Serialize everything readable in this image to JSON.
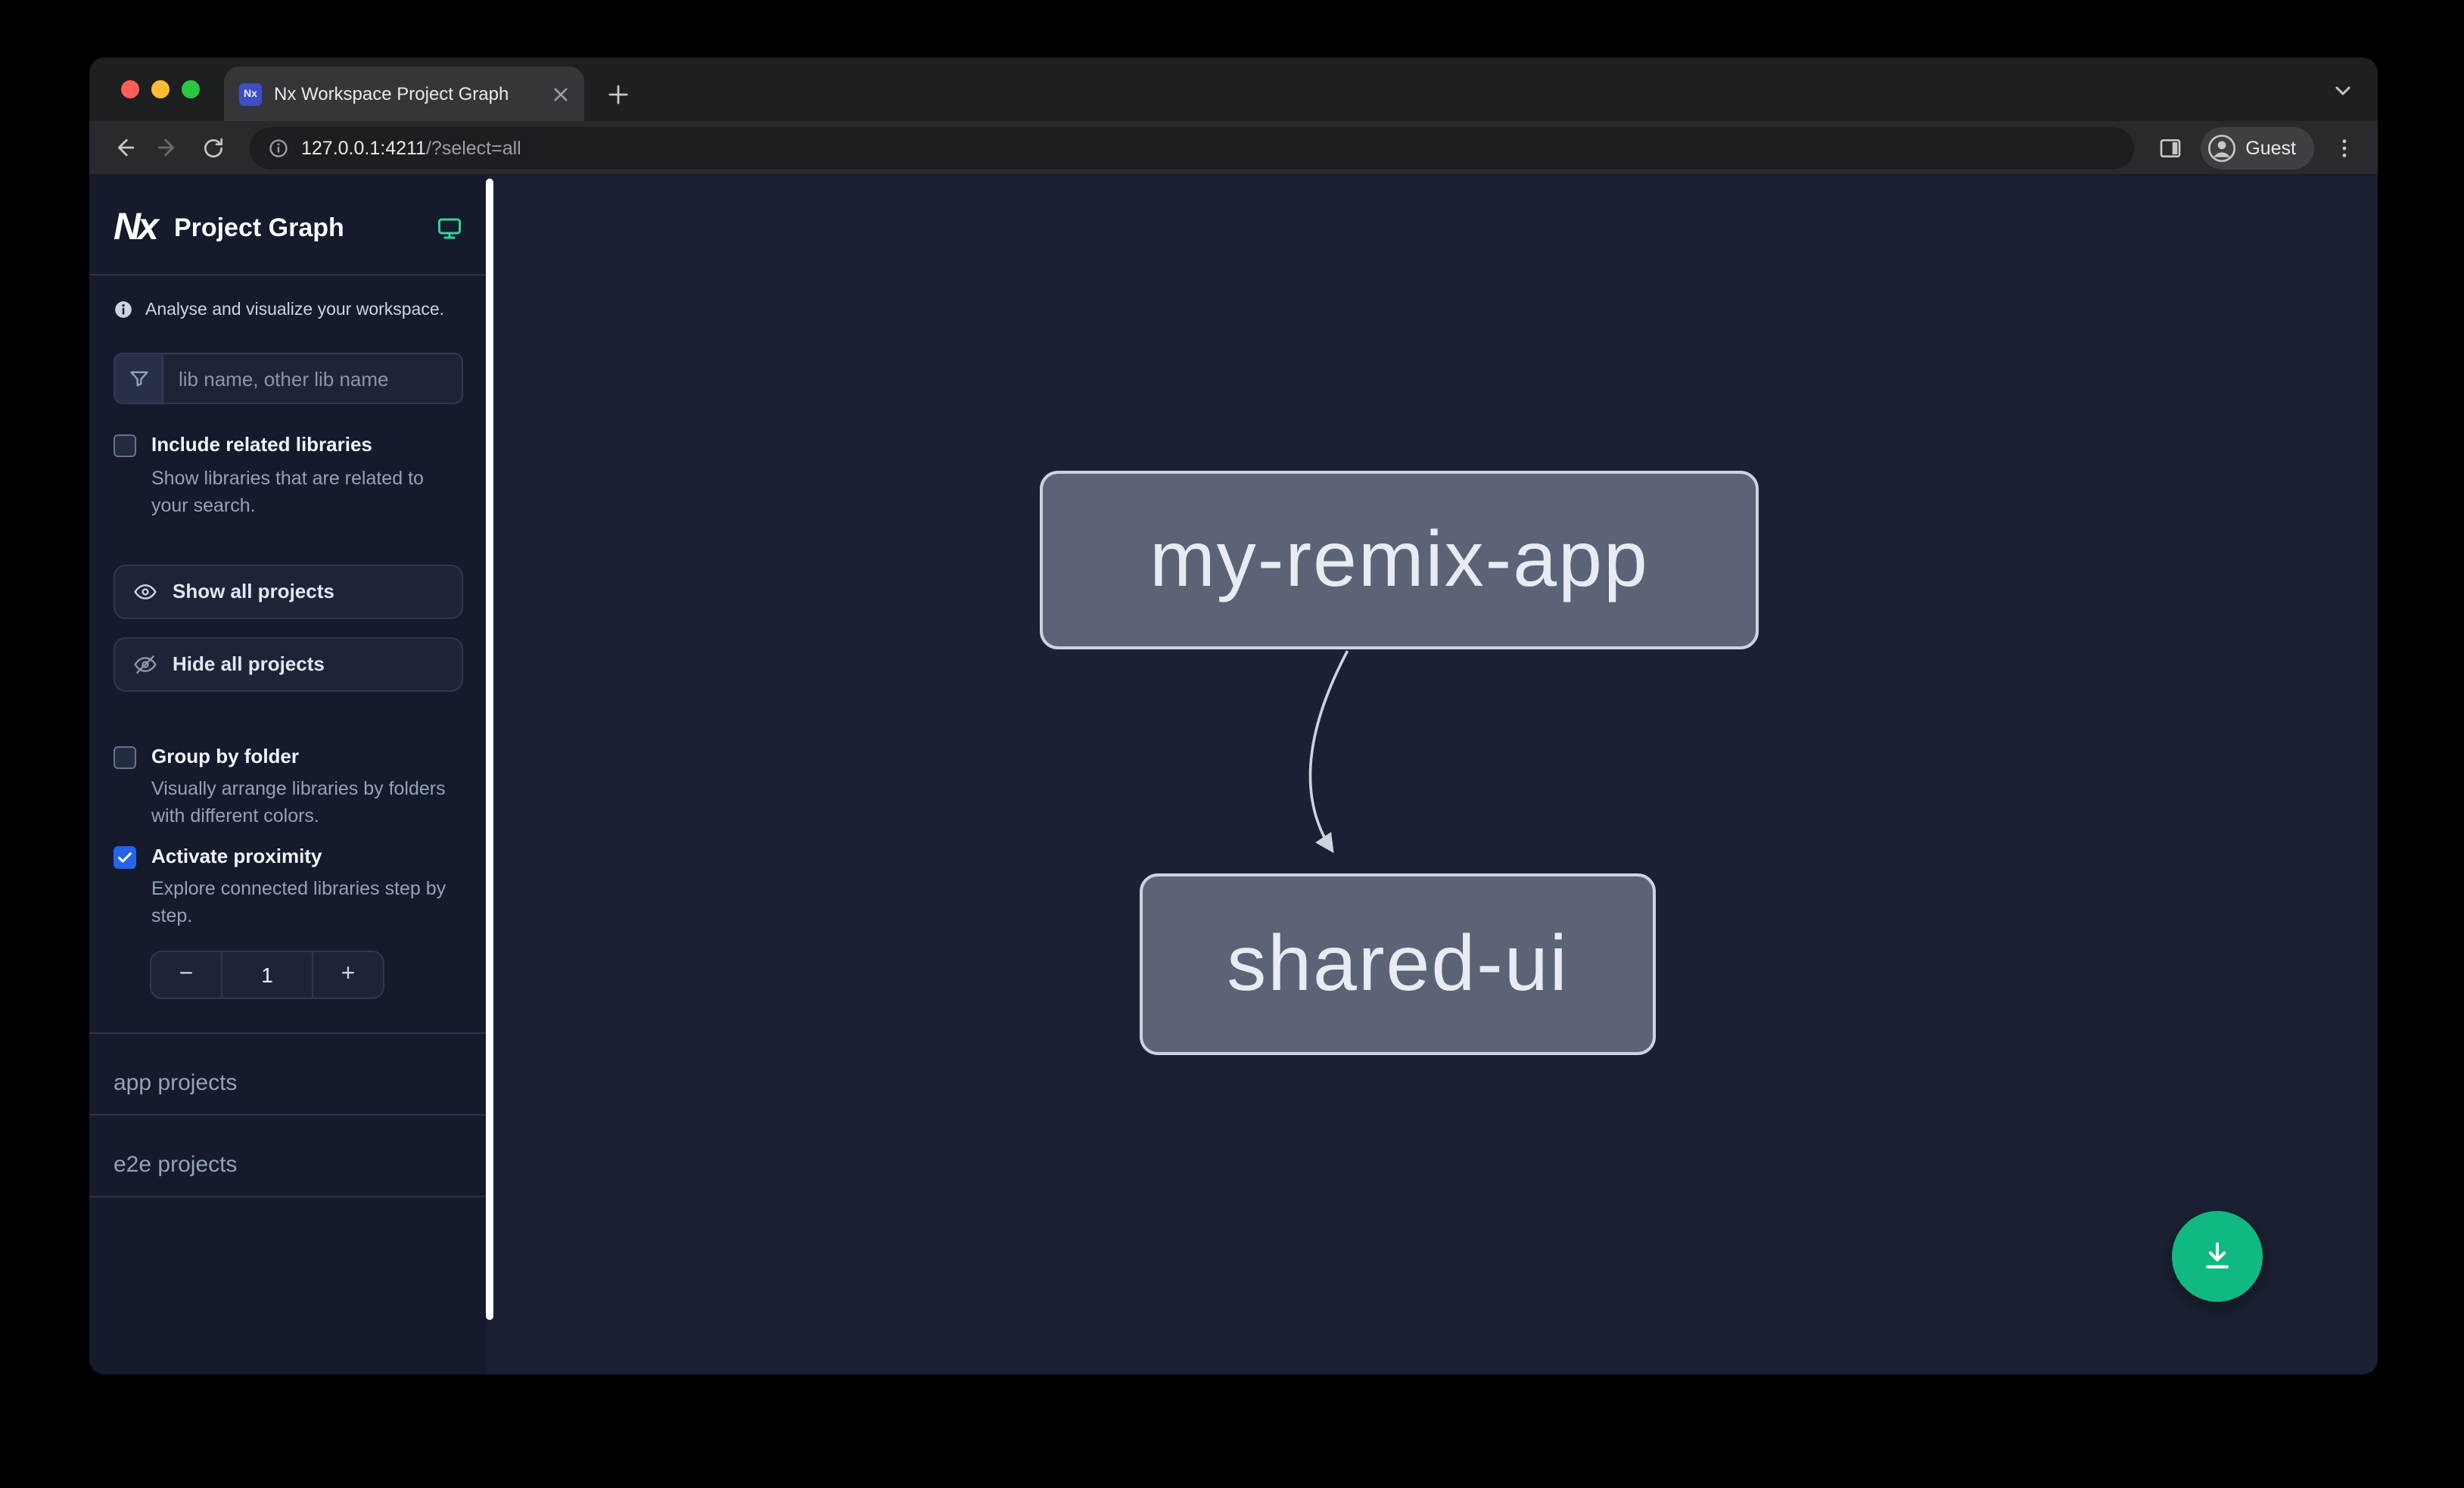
{
  "browser": {
    "tab_title": "Nx Workspace Project Graph",
    "favicon_text": "Nx",
    "url_origin": "127.0.0.1:4211",
    "url_path": "/?select=all",
    "profile_label": "Guest"
  },
  "sidebar": {
    "logo_text": "Nx",
    "title": "Project Graph",
    "tagline": "Analyse and visualize your workspace.",
    "search_placeholder": "lib name, other lib name",
    "include_related": {
      "label": "Include related libraries",
      "description": "Show libraries that are related to your search.",
      "checked": false
    },
    "show_all_label": "Show all projects",
    "hide_all_label": "Hide all projects",
    "group_by_folder": {
      "label": "Group by folder",
      "description": "Visually arrange libraries by folders with different colors.",
      "checked": false
    },
    "activate_proximity": {
      "label": "Activate proximity",
      "description": "Explore connected libraries step by step.",
      "checked": true
    },
    "proximity": {
      "decrement": "−",
      "value": "1",
      "increment": "+"
    },
    "sections": {
      "app": "app projects",
      "e2e": "e2e projects"
    }
  },
  "graph": {
    "nodes": {
      "app": "my-remix-app",
      "lib": "shared-ui"
    },
    "edges": [
      {
        "from": "my-remix-app",
        "to": "shared-ui"
      }
    ]
  },
  "colors": {
    "accent_teal": "#34d399",
    "checkbox_checked": "#2563eb",
    "fab": "#10b981",
    "node_border": "#cbd5e1",
    "edge": "#cbd5e1",
    "canvas_bg": "#1b2134",
    "sidebar_bg": "#151a2c"
  }
}
